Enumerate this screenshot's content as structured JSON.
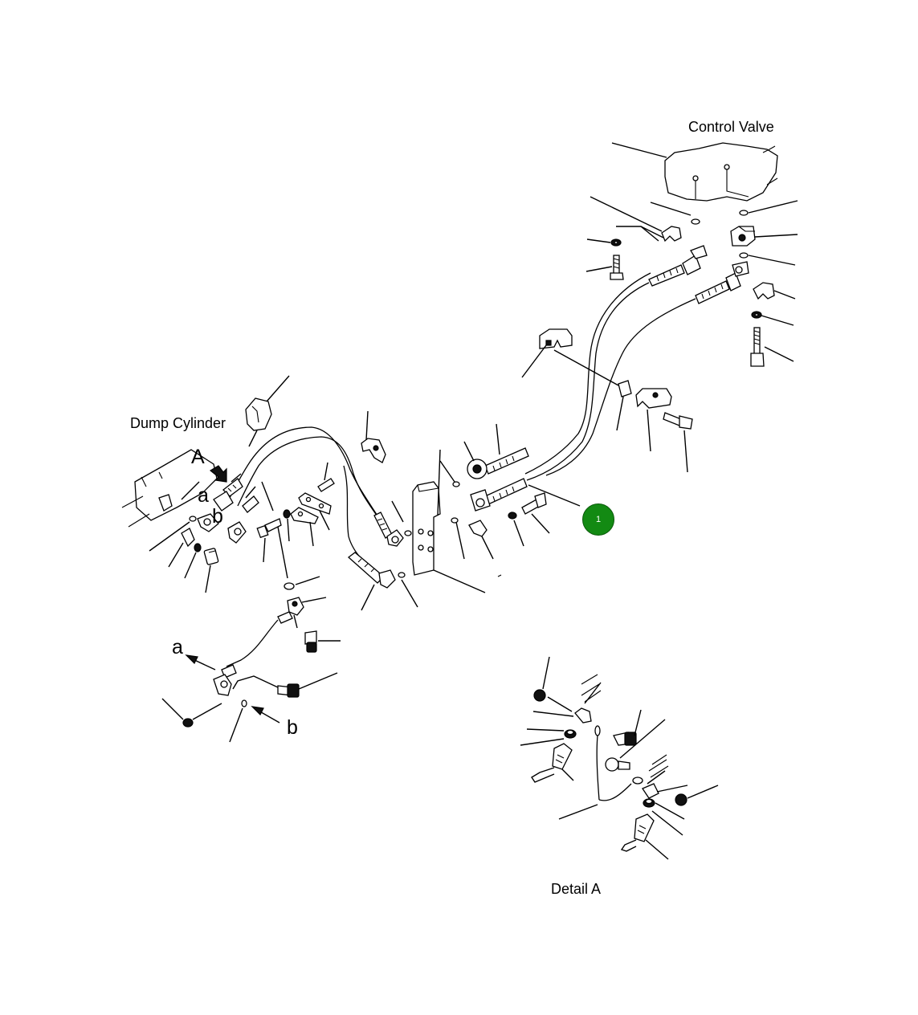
{
  "labels": {
    "control_valve": "Control Valve",
    "dump_cylinder": "Dump Cylinder",
    "detail_a": "Detail A",
    "view_a": "A",
    "port_a_upper": "a",
    "port_b_upper": "b",
    "port_a_lower": "a",
    "port_b_lower": "b"
  },
  "callouts": [
    {
      "number": "1",
      "color": "#138a13"
    }
  ]
}
